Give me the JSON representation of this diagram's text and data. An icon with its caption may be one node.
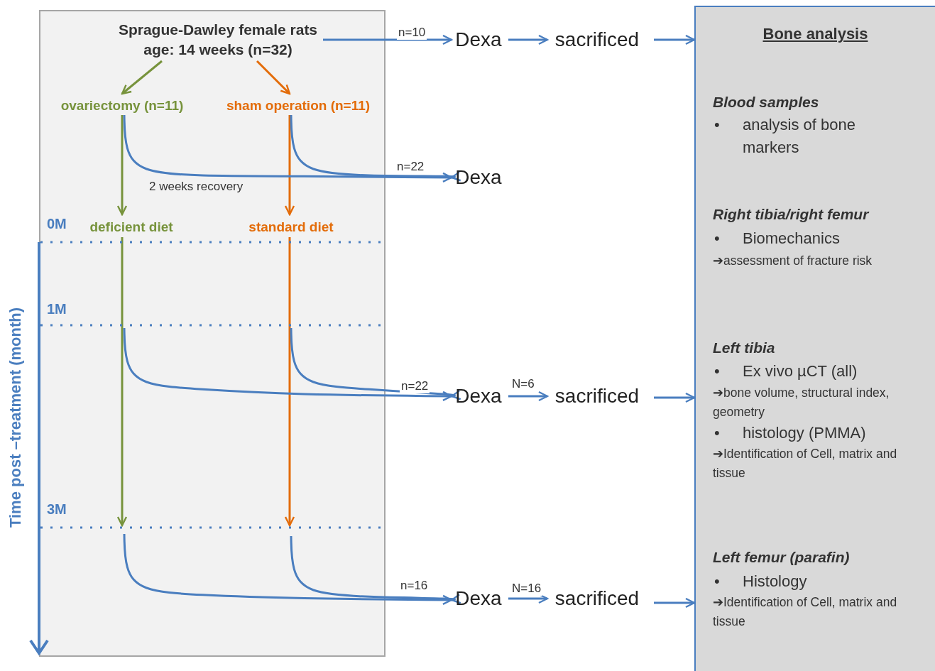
{
  "diagram": {
    "nodes": [
      {
        "text": [],
        "shape": "box"
      },
      {
        "text": [
          "Sprague-Dawley female rats age: 14 weeks (n=32)"
        ],
        "in": 0
      },
      {
        "text": [
          "ovariectomy (n=11)"
        ],
        "in": 0
      },
      {
        "text": [
          "sham operation (n=11)"
        ],
        "in": 0
      },
      {
        "text": [
          "deficient diet"
        ],
        "in": 0
      },
      {
        "text": [
          "standard diet"
        ],
        "in": 0
      },
      {
        "text": [
          "Dexa"
        ]
      },
      {
        "text": [
          "sacrificed"
        ]
      },
      {
        "text": [
          "Dexa"
        ]
      },
      {
        "text": [
          "Dexa"
        ]
      },
      {
        "text": [
          "sacrificed"
        ]
      },
      {
        "text": [
          "Dexa"
        ]
      },
      {
        "text": [
          "sacrificed"
        ]
      },
      {
        "text": [
          "Bone analysis",
          "Blood samples",
          "•",
          "analysis of bone markers",
          "Right tibia/right femur",
          "•",
          "Biomechanics",
          "➔assessment of fracture risk",
          "Left tibia",
          "•",
          "Ex vivo µCT (all)",
          "➔bone volume, structural index, geometry",
          "•",
          "histology (PMMA)",
          "➔Identification of Cell, matrix and tissue",
          "Left femur (parafin)",
          "•",
          "Histology",
          "➔Identification of Cell, matrix and tissue"
        ]
      }
    ],
    "edges": [
      {
        "from": 1,
        "to": 6,
        "arrow": "to",
        "label": "n=10"
      },
      {
        "from": 6,
        "to": 7,
        "arrow": "to"
      },
      {
        "from": 7,
        "to": 13,
        "arrow": "to"
      },
      {
        "from": 1,
        "to": 2,
        "arrow": "to",
        "color": "#77933c"
      },
      {
        "from": 1,
        "to": 3,
        "arrow": "to",
        "color": "#e36c09"
      },
      {
        "from": 2,
        "to": 4,
        "arrow": "to",
        "color": "#77933c"
      },
      {
        "from": 3,
        "to": 5,
        "arrow": "to",
        "color": "#e36c09"
      },
      {
        "from": 2,
        "to": 8,
        "arrow": "to",
        "label": "n=22"
      },
      {
        "from": 3,
        "to": 8,
        "arrow": "to"
      },
      {
        "from": 4,
        "to": null,
        "arrow": "to",
        "color": "#77933c"
      },
      {
        "from": 5,
        "to": null,
        "arrow": "to",
        "color": "#e36c09"
      },
      {
        "from": null,
        "to": 9,
        "arrow": "to",
        "label": "n=22"
      },
      {
        "from": null,
        "to": 9,
        "arrow": "to"
      },
      {
        "from": 9,
        "to": 10,
        "arrow": "to",
        "label": "N=6"
      },
      {
        "from": 10,
        "to": 13,
        "arrow": "to"
      },
      {
        "from": null,
        "to": 11,
        "arrow": "to",
        "label": "n=16"
      },
      {
        "from": null,
        "to": 11,
        "arrow": "to"
      },
      {
        "from": 11,
        "to": 12,
        "arrow": "to",
        "label": "N=16"
      },
      {
        "from": 12,
        "to": 13,
        "arrow": "to"
      }
    ],
    "labels": [
      "0M",
      "2 weeks recovery",
      "1M",
      "3M",
      "Time post –treatment (month)"
    ]
  }
}
